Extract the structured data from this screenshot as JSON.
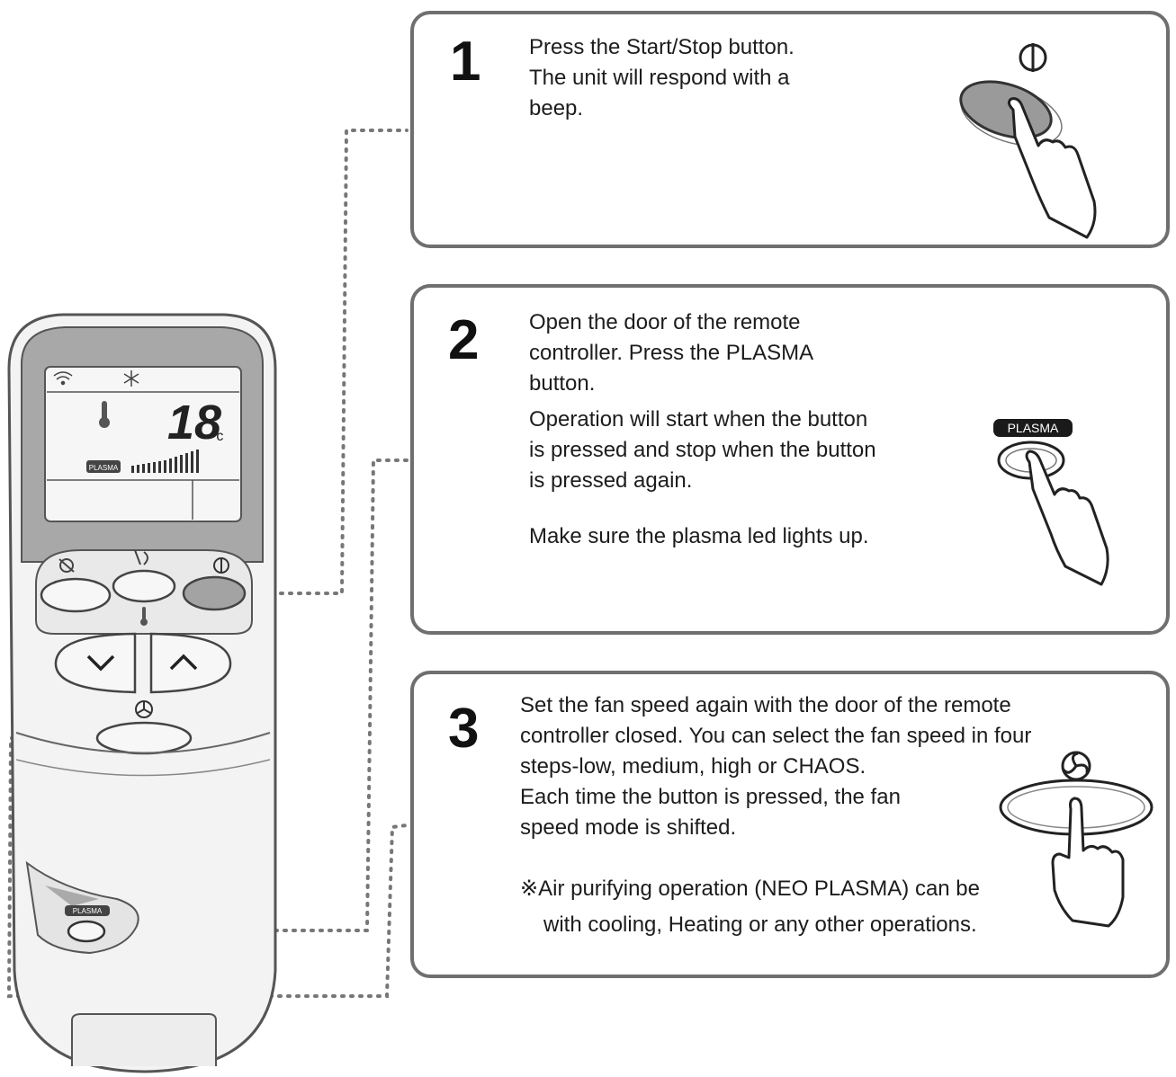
{
  "remote": {
    "temperature": "18",
    "unit": "°c",
    "plasma_label": "PLASMA",
    "door_plasma_label": "PLASMA"
  },
  "steps": [
    {
      "number": "1",
      "lines": [
        "Press the Start/Stop button.",
        "The unit will respond with a",
        "beep."
      ]
    },
    {
      "number": "2",
      "lines": [
        "Open the door of the remote",
        "controller. Press the PLASMA",
        "button."
      ],
      "lines2": [
        "Operation will start when the button",
        "is pressed and stop when the button",
        "is pressed again."
      ],
      "note": "Make sure the plasma led lights up.",
      "button_label": "PLASMA"
    },
    {
      "number": "3",
      "lines": [
        "Set the fan speed again with the door of the remote",
        "controller closed. You can select the fan speed in four",
        "steps-low, medium, high or CHAOS."
      ],
      "lines2": [
        "Each time the button is pressed, the fan",
        "speed mode is shifted."
      ],
      "note_line1": "※Air purifying operation (NEO PLASMA) can be",
      "note_line2": "with cooling, Heating or any other operations."
    }
  ]
}
